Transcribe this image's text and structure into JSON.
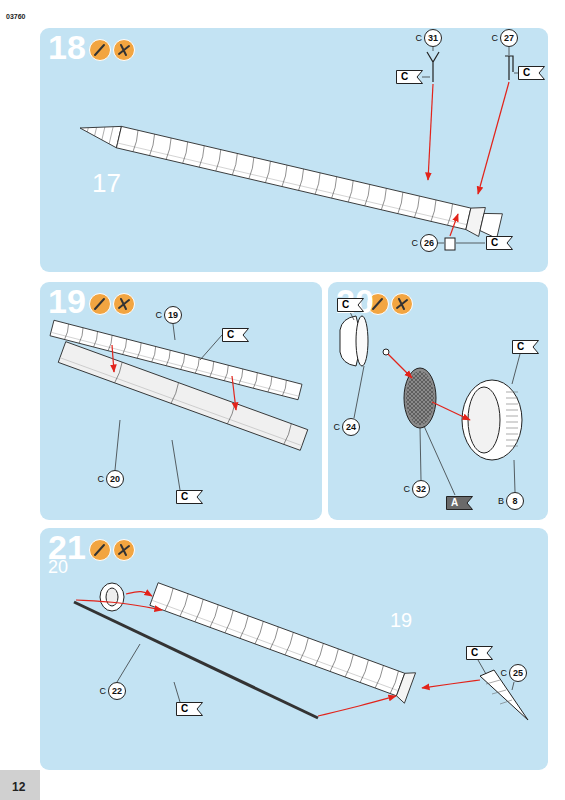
{
  "diagram": {
    "nodes": [
      {
        "text": [
          "18"
        ]
      },
      {
        "text": [
          "C",
          "31"
        ],
        "in": 0
      },
      {
        "text": [
          "C"
        ],
        "in": 0
      },
      {
        "text": [
          "C",
          "27"
        ],
        "in": 0
      },
      {
        "text": [
          "C"
        ],
        "in": 0
      },
      {
        "text": [
          "C",
          "26"
        ],
        "in": 0
      },
      {
        "text": [
          "C"
        ],
        "in": 0
      },
      {
        "text": [
          "19"
        ]
      },
      {
        "text": [
          "C",
          "19"
        ],
        "in": 7
      },
      {
        "text": [
          "C"
        ],
        "in": 7
      },
      {
        "text": [
          "C",
          "20"
        ],
        "in": 7
      },
      {
        "text": [
          "C"
        ],
        "in": 7
      },
      {
        "text": [
          "20"
        ]
      },
      {
        "text": [
          "C"
        ],
        "in": 12
      },
      {
        "text": [
          "C",
          "24"
        ],
        "in": 12
      },
      {
        "text": [
          "C",
          "32"
        ],
        "in": 12
      },
      {
        "text": [
          "A"
        ],
        "in": 12
      },
      {
        "text": [
          "B",
          "8"
        ],
        "in": 12
      },
      {
        "text": [
          "C"
        ],
        "in": 12
      },
      {
        "text": [
          "21"
        ]
      },
      {
        "text": [
          "C"
        ],
        "in": 19
      },
      {
        "text": [
          "C",
          "25"
        ],
        "in": 19
      },
      {
        "text": [
          "C",
          "22"
        ],
        "in": 19
      },
      {
        "text": [
          "C"
        ],
        "in": 19
      }
    ],
    "labels": [
      "03760",
      "17",
      "20",
      "19",
      "12"
    ]
  }
}
